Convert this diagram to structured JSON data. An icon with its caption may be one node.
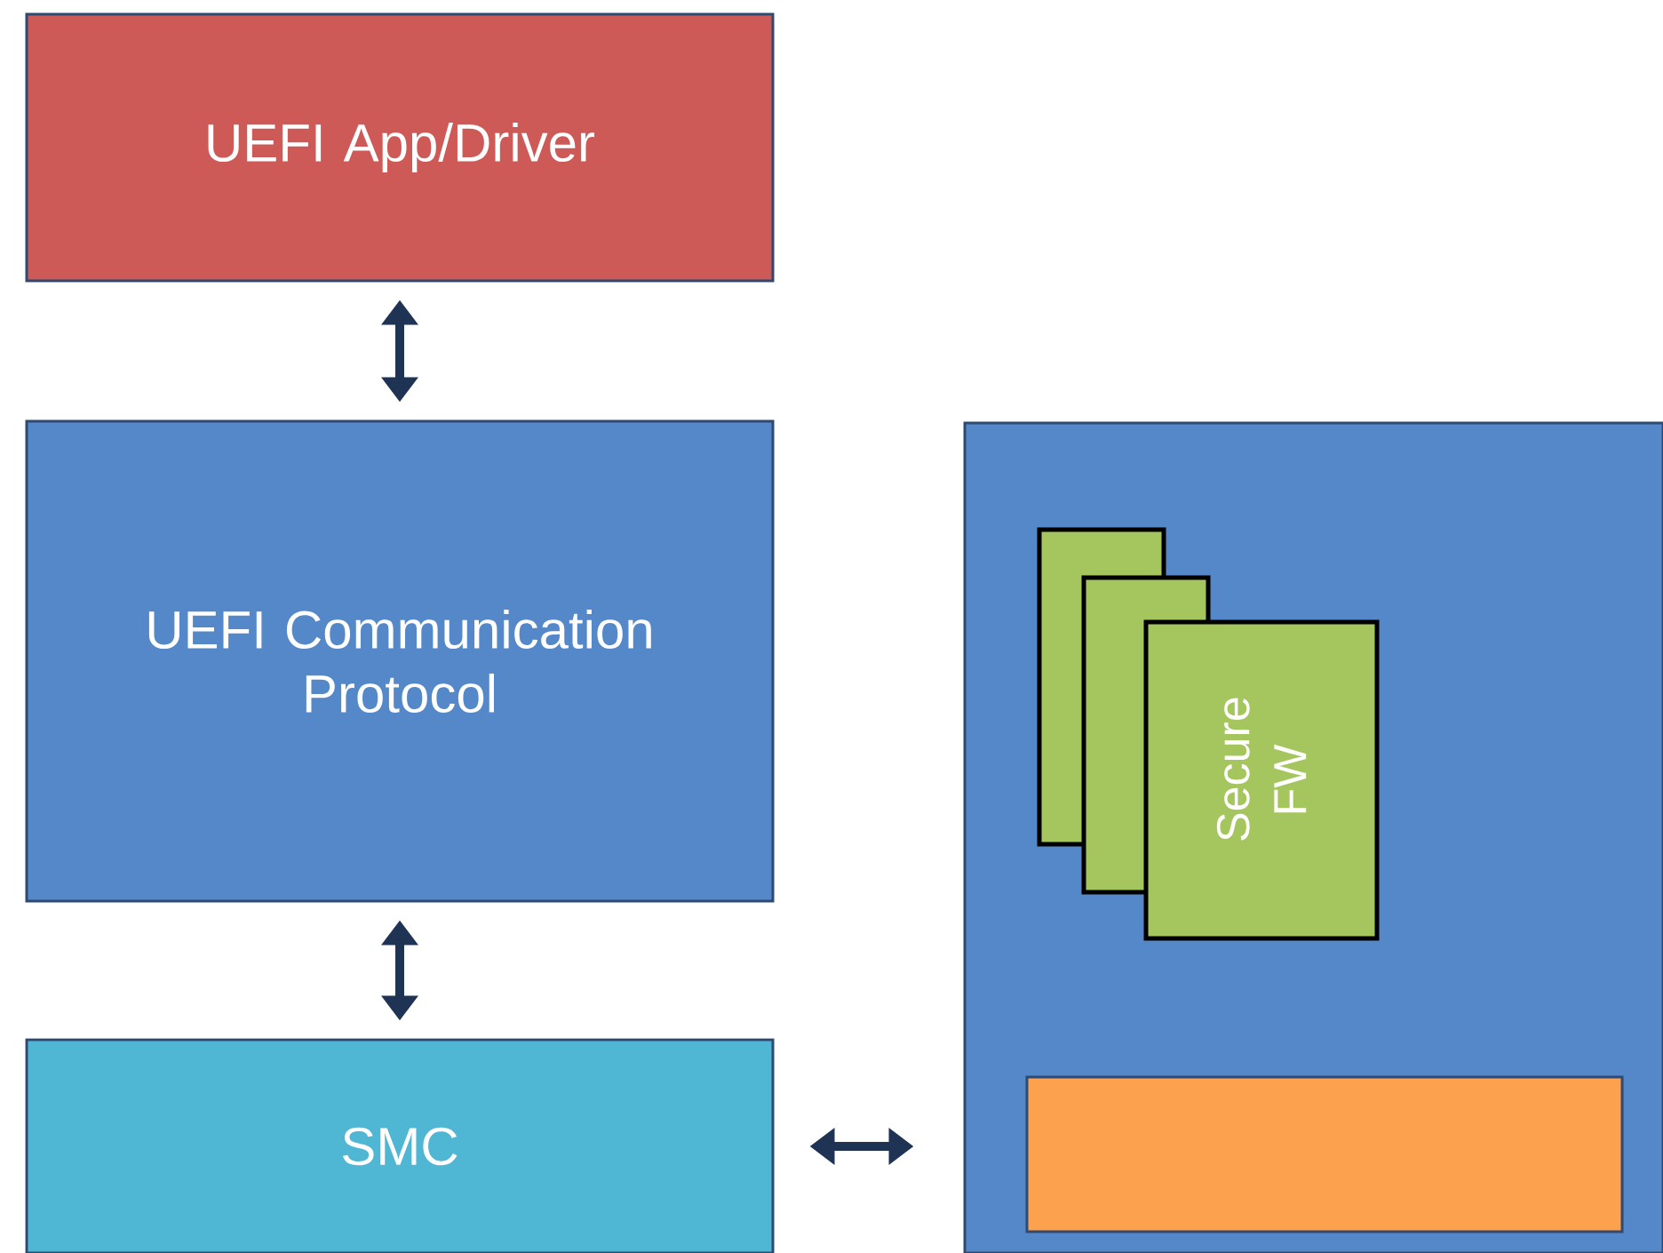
{
  "diagram": {
    "nodes": [
      {
        "text": [
          "UEFI App/Driver"
        ]
      },
      {
        "text": [
          "UEFI Communication Protocol"
        ]
      },
      {
        "text": [
          "SMC"
        ]
      },
      {
        "text": [],
        "shape": "box"
      },
      {
        "text": [],
        "shape": "box",
        "in": 3
      },
      {
        "text": [],
        "shape": "box",
        "in": 3
      },
      {
        "text": [
          "Secure FW"
        ],
        "in": 3
      },
      {
        "text": [],
        "shape": "box",
        "in": 3
      }
    ],
    "edges": [
      {
        "from": 0,
        "to": 1,
        "arrow": "both"
      },
      {
        "from": 1,
        "to": 2,
        "arrow": "both"
      },
      {
        "from": 2,
        "to": 3,
        "arrow": "both"
      }
    ]
  }
}
